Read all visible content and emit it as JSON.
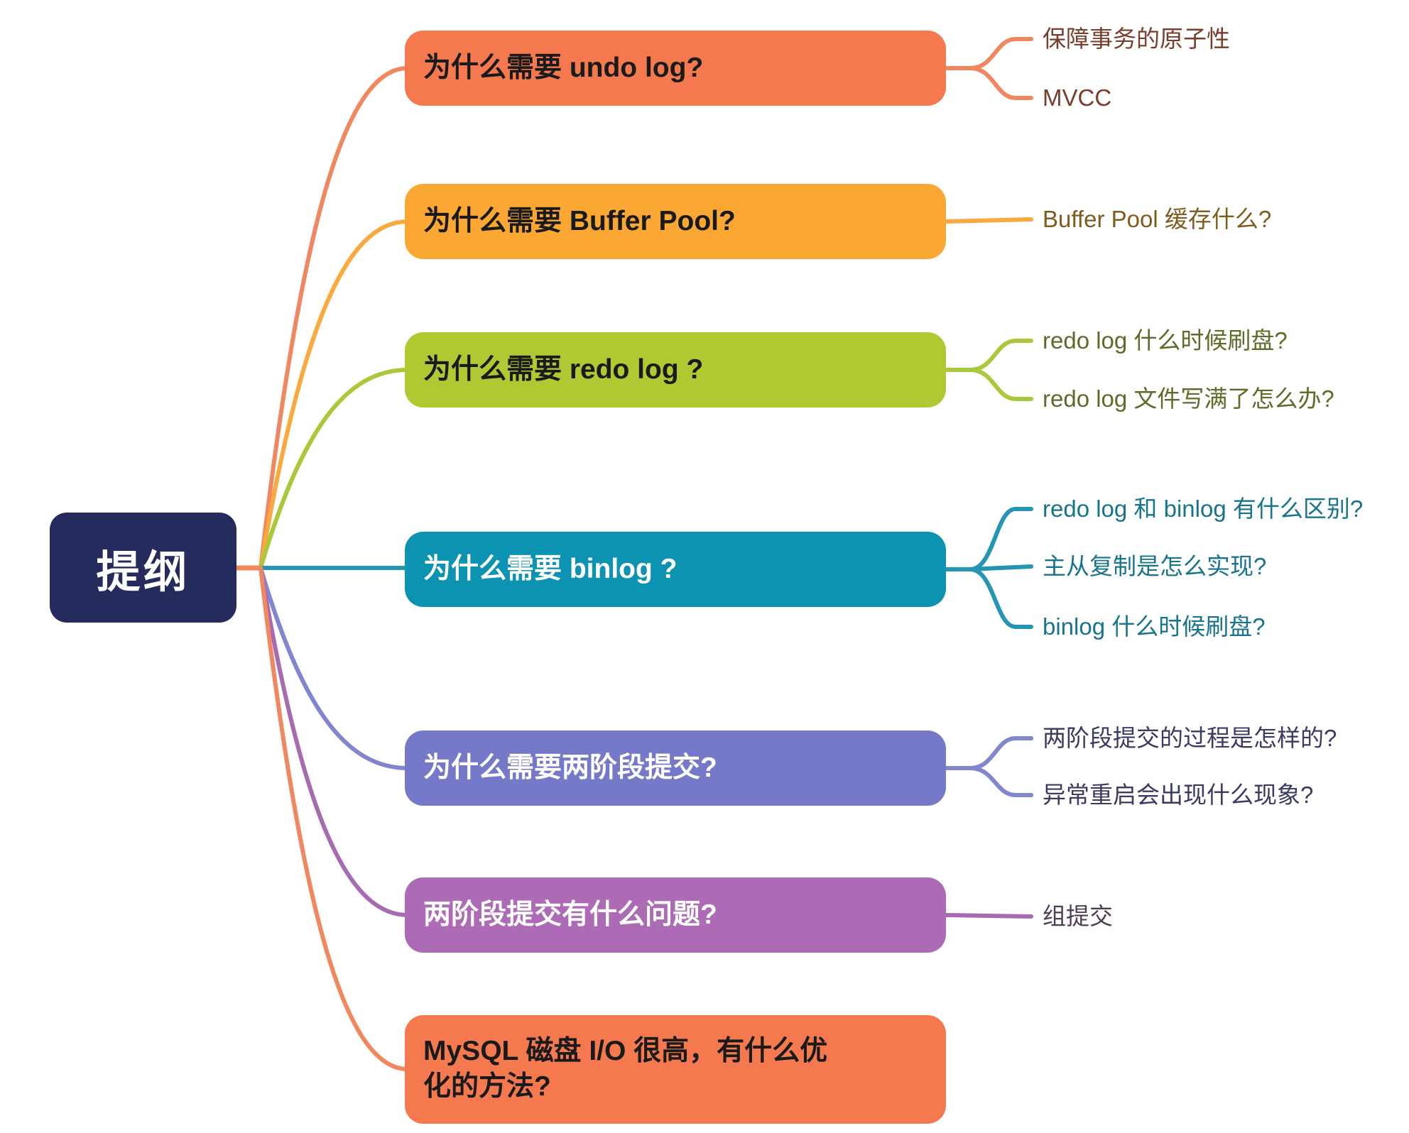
{
  "canvas": {
    "bg": "#FFFFFF"
  },
  "root": {
    "label": "提纲",
    "bg": "#262B5D",
    "text": "#FFFFFF"
  },
  "branches": [
    {
      "id": "undo-log",
      "label": "为什么需要 undo log?",
      "bg": "#F5794E",
      "text": "#1A1A1A",
      "line": "#F0875F",
      "leaf_text": "#7A3C2B",
      "children": [
        "保障事务的原子性",
        "MVCC"
      ]
    },
    {
      "id": "buffer-pool",
      "label": "为什么需要 Buffer Pool?",
      "bg": "#FAA833",
      "text": "#1A1A1A",
      "line": "#F9A93D",
      "leaf_text": "#7E5B1F",
      "children": [
        "Buffer Pool 缓存什么?"
      ]
    },
    {
      "id": "redo-log",
      "label": "为什么需要 redo log ?",
      "bg": "#B2C832",
      "text": "#1A1A1A",
      "line": "#A9C93B",
      "leaf_text": "#5C6C29",
      "children": [
        "redo log 什么时候刷盘?",
        "redo log 文件写满了怎么办?"
      ]
    },
    {
      "id": "binlog",
      "label": "为什么需要 binlog ?",
      "bg": "#0C93B1",
      "text": "#FFFFFF",
      "line": "#2496B3",
      "leaf_text": "#17748C",
      "children": [
        "redo log 和 binlog 有什么区别?",
        "主从复制是怎么实现?",
        "binlog 什么时候刷盘?"
      ]
    },
    {
      "id": "two-phase-commit",
      "label": "为什么需要两阶段提交?",
      "bg": "#7679C8",
      "text": "#FFFFFF",
      "line": "#8286CE",
      "leaf_text": "#3A3A62",
      "children": [
        "两阶段提交的过程是怎样的?",
        "异常重启会出现什么现象?"
      ]
    },
    {
      "id": "two-phase-commit-problem",
      "label": "两阶段提交有什么问题?",
      "bg": "#AD6BB5",
      "text": "#FFFFFF",
      "line": "#A66BB0",
      "leaf_text": "#4E3C55",
      "children": [
        "组提交"
      ]
    },
    {
      "id": "mysql-disk-io",
      "label": "MySQL 磁盘 I/O 很高，有什么优化的方法?",
      "bg": "#F5794E",
      "text": "#1A1A1A",
      "line": "#F0875F",
      "leaf_text": "#7A3C2B",
      "children": []
    }
  ]
}
